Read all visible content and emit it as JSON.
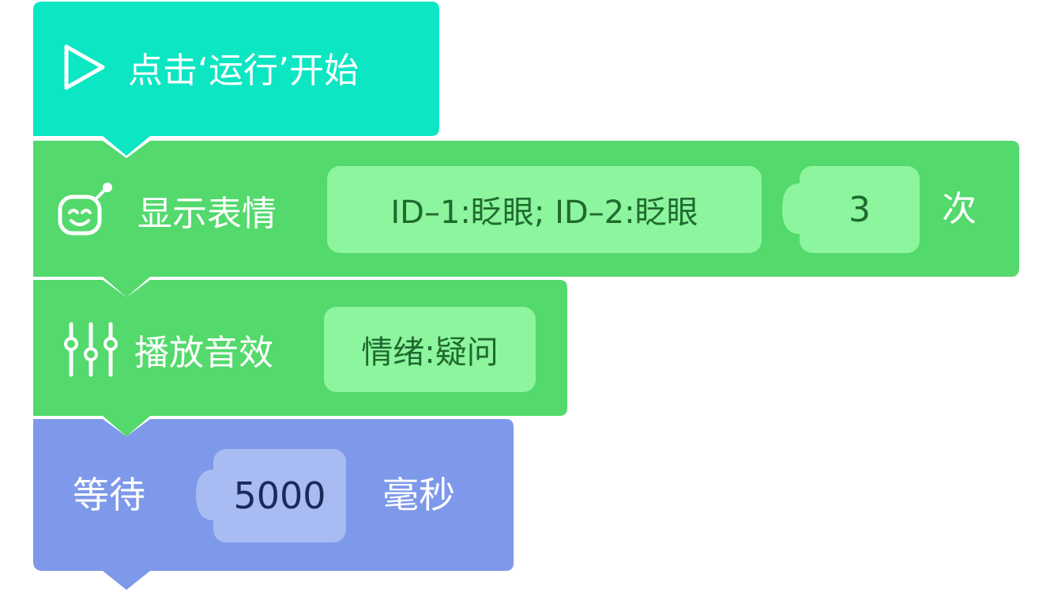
{
  "colors": {
    "event": "#0de6c3",
    "looks": "#53d96c",
    "slot_green": "#8cf59d",
    "control": "#7e99ea",
    "slot_blue": "#a9bbf3"
  },
  "blocks": {
    "start": {
      "icon": "play-icon",
      "label": "点击‘运行’开始"
    },
    "show_expression": {
      "icon": "robot-face-icon",
      "label": "显示表情",
      "expression_value": "ID–1:眨眼; ID–2:眨眼",
      "count_value": "3",
      "unit": "次"
    },
    "play_sound": {
      "icon": "sliders-icon",
      "label": "播放音效",
      "sound_value": "情绪:疑问"
    },
    "wait": {
      "label": "等待",
      "duration_value": "5000",
      "unit": "毫秒"
    }
  }
}
